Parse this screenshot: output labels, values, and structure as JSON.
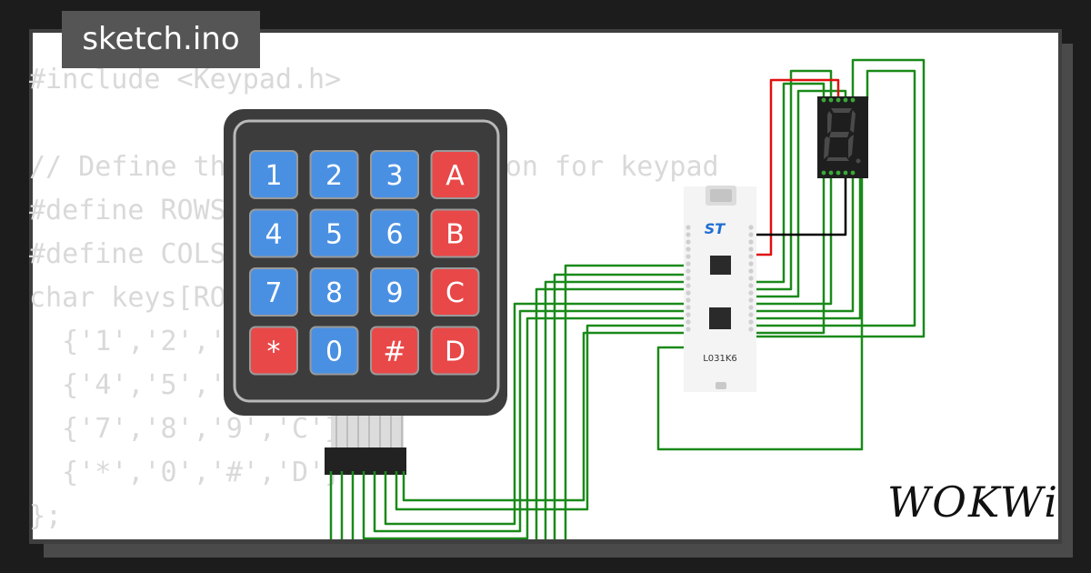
{
  "tab": {
    "label": "sketch.ino"
  },
  "code_lines": [
    "#include <Keypad.h>",
    "",
    "// Define the key configuration for keypad",
    "#define ROWS 4",
    "#define COLS 4",
    "char keys[ROWS][COLS] = {",
    "  {'1','2','3','A'},",
    "  {'4','5','6','B'},",
    "  {'7','8','9','C'},",
    "  {'*','0','#','D'}",
    "};"
  ],
  "keypad": {
    "keys": [
      [
        "1",
        "2",
        "3",
        "A"
      ],
      [
        "4",
        "5",
        "6",
        "B"
      ],
      [
        "7",
        "8",
        "9",
        "C"
      ],
      [
        "*",
        "0",
        "#",
        "D"
      ]
    ],
    "colors": {
      "digit": "#4a90e2",
      "letter": "#e84848",
      "body": "#3c3c3c"
    }
  },
  "board": {
    "label": "L031K6",
    "logo": "ST"
  },
  "brand": {
    "label": "WOKWi"
  },
  "colors": {
    "wire": "#1a8a1a",
    "red_wire": "#e01010",
    "black_wire": "#000000"
  }
}
